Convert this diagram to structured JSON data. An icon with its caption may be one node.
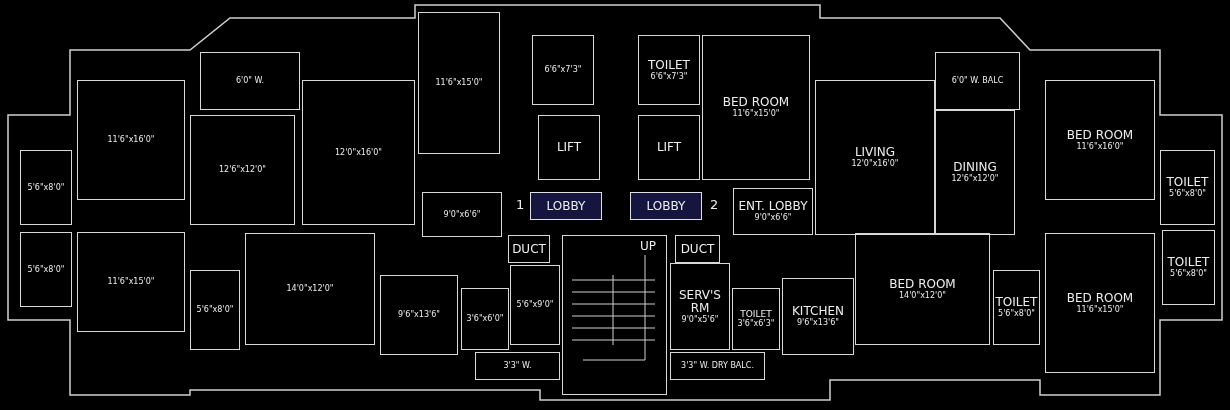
{
  "diagram": {
    "nodes": [
      {
        "text": [
          "6'0\" W."
        ]
      },
      {
        "text": [
          "11'6\"x15'0\""
        ]
      },
      {
        "text": [
          "6'6\"x7'3\""
        ]
      },
      {
        "text": [
          "TOILET",
          "6'6\"x7'3\""
        ]
      },
      {
        "text": [
          "BED ROOM",
          "11'6\"x15'0\""
        ]
      },
      {
        "text": [
          "6'0\" W. BALC"
        ]
      },
      {
        "text": [
          "11'6\"x16'0\""
        ]
      },
      {
        "text": [
          "12'6\"x12'0\""
        ]
      },
      {
        "text": [
          "12'0\"x16'0\""
        ]
      },
      {
        "text": [
          "LIFT"
        ]
      },
      {
        "text": [
          "LIFT"
        ]
      },
      {
        "text": [
          "LIVING",
          "12'0\"x16'0\""
        ]
      },
      {
        "text": [
          "DINING",
          "12'6\"x12'0\""
        ]
      },
      {
        "text": [
          "BED ROOM",
          "11'6\"x16'0\""
        ]
      },
      {
        "text": [
          "5'6\"x8'0\""
        ]
      },
      {
        "text": [
          "TOILET",
          "5'6\"x8'0\""
        ]
      },
      {
        "text": [
          "9'0\"x6'6\""
        ]
      },
      {
        "text": [
          "LOBBY"
        ]
      },
      {
        "text": [
          "LOBBY"
        ]
      },
      {
        "text": [
          "ENT. LOBBY",
          "9'0\"x6'6\""
        ]
      },
      {
        "text": [
          "DUCT"
        ]
      },
      {
        "text": [
          "UP"
        ]
      },
      {
        "text": [
          "DUCT"
        ]
      },
      {
        "text": [
          "14'0\"x12'0\""
        ]
      },
      {
        "text": [
          "11'6\"x15'0\""
        ]
      },
      {
        "text": [
          "5'6\"x8'0\""
        ]
      },
      {
        "text": [
          "SERV'S RM",
          "9'0\"x5'6\""
        ]
      },
      {
        "text": [
          "5'6\"x8'0\""
        ]
      },
      {
        "text": [
          "9'6\"x13'6\""
        ]
      },
      {
        "text": [
          "5'6\"x9'0\""
        ]
      },
      {
        "text": [
          "3'6\"x6'0\""
        ]
      },
      {
        "text": [
          "TOILET",
          "3'6\"x6'3\""
        ]
      },
      {
        "text": [
          "KITCHEN",
          "9'6\"x13'6\""
        ]
      },
      {
        "text": [
          "BED ROOM",
          "14'0\"x12'0\""
        ]
      },
      {
        "text": [
          "TOILET",
          "5'6\"x8'0\""
        ]
      },
      {
        "text": [
          "BED ROOM",
          "11'6\"x15'0\""
        ]
      },
      {
        "text": [
          "TOILET",
          "5'6\"x8'0\""
        ]
      },
      {
        "text": [
          "3'3\" W."
        ]
      },
      {
        "text": [
          "3'3\" W. DRY BALC."
        ]
      }
    ],
    "labels": [
      "1",
      "2"
    ]
  }
}
